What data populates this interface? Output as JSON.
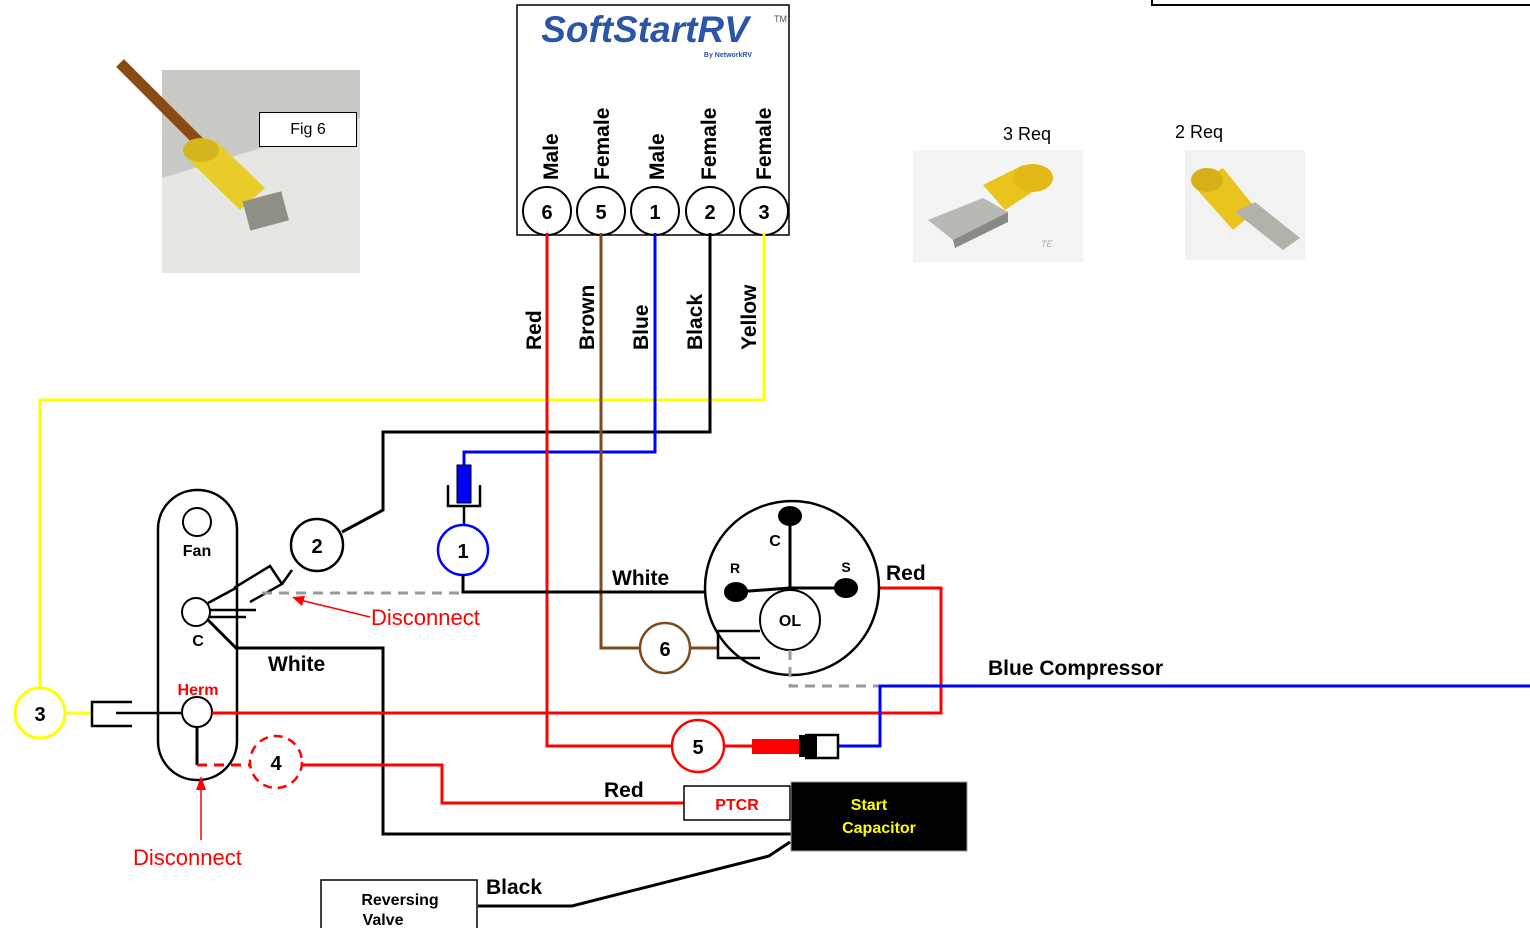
{
  "brand": {
    "logo_main": "SoftStartRV",
    "logo_tm": "TM",
    "logo_sub": "By NetworkRV"
  },
  "softstart": {
    "terminals": [
      {
        "number": "6",
        "gender": "Male",
        "wire": "Red"
      },
      {
        "number": "5",
        "gender": "Female",
        "wire": "Brown"
      },
      {
        "number": "1",
        "gender": "Male",
        "wire": "Blue"
      },
      {
        "number": "2",
        "gender": "Female",
        "wire": "Black"
      },
      {
        "number": "3",
        "gender": "Female",
        "wire": "Yellow"
      }
    ]
  },
  "photos": {
    "fig_label": "Fig 6",
    "req_female": "3 Req",
    "req_male": "2 Req",
    "te_mark": "TE"
  },
  "capacitor_terminals": {
    "fan": "Fan",
    "common": "C",
    "herm": "Herm"
  },
  "compressor": {
    "common": "C",
    "run": "R",
    "start": "S",
    "overload": "OL"
  },
  "connections": {
    "c1": "1",
    "c2": "2",
    "c3": "3",
    "c4": "4",
    "c5": "5",
    "c6": "6"
  },
  "labels": {
    "white_1": "White",
    "white_2": "White",
    "red_1": "Red",
    "red_2": "Red",
    "blue_compressor": "Blue Compressor",
    "black": "Black",
    "disconnect_1": "Disconnect",
    "disconnect_2": "Disconnect"
  },
  "components": {
    "ptcr": "PTCR",
    "start_cap_line1": "Start",
    "start_cap_line2": "Capacitor",
    "reversing_line1": "Reversing",
    "reversing_line2": "Valve"
  },
  "colors": {
    "red": "#ff0000",
    "brown": "#7b4a1e",
    "blue": "#0000ff",
    "black": "#000000",
    "yellow": "#ffff00",
    "dashed_gray": "#999999",
    "terminal_yellow": "#f2d21a"
  }
}
